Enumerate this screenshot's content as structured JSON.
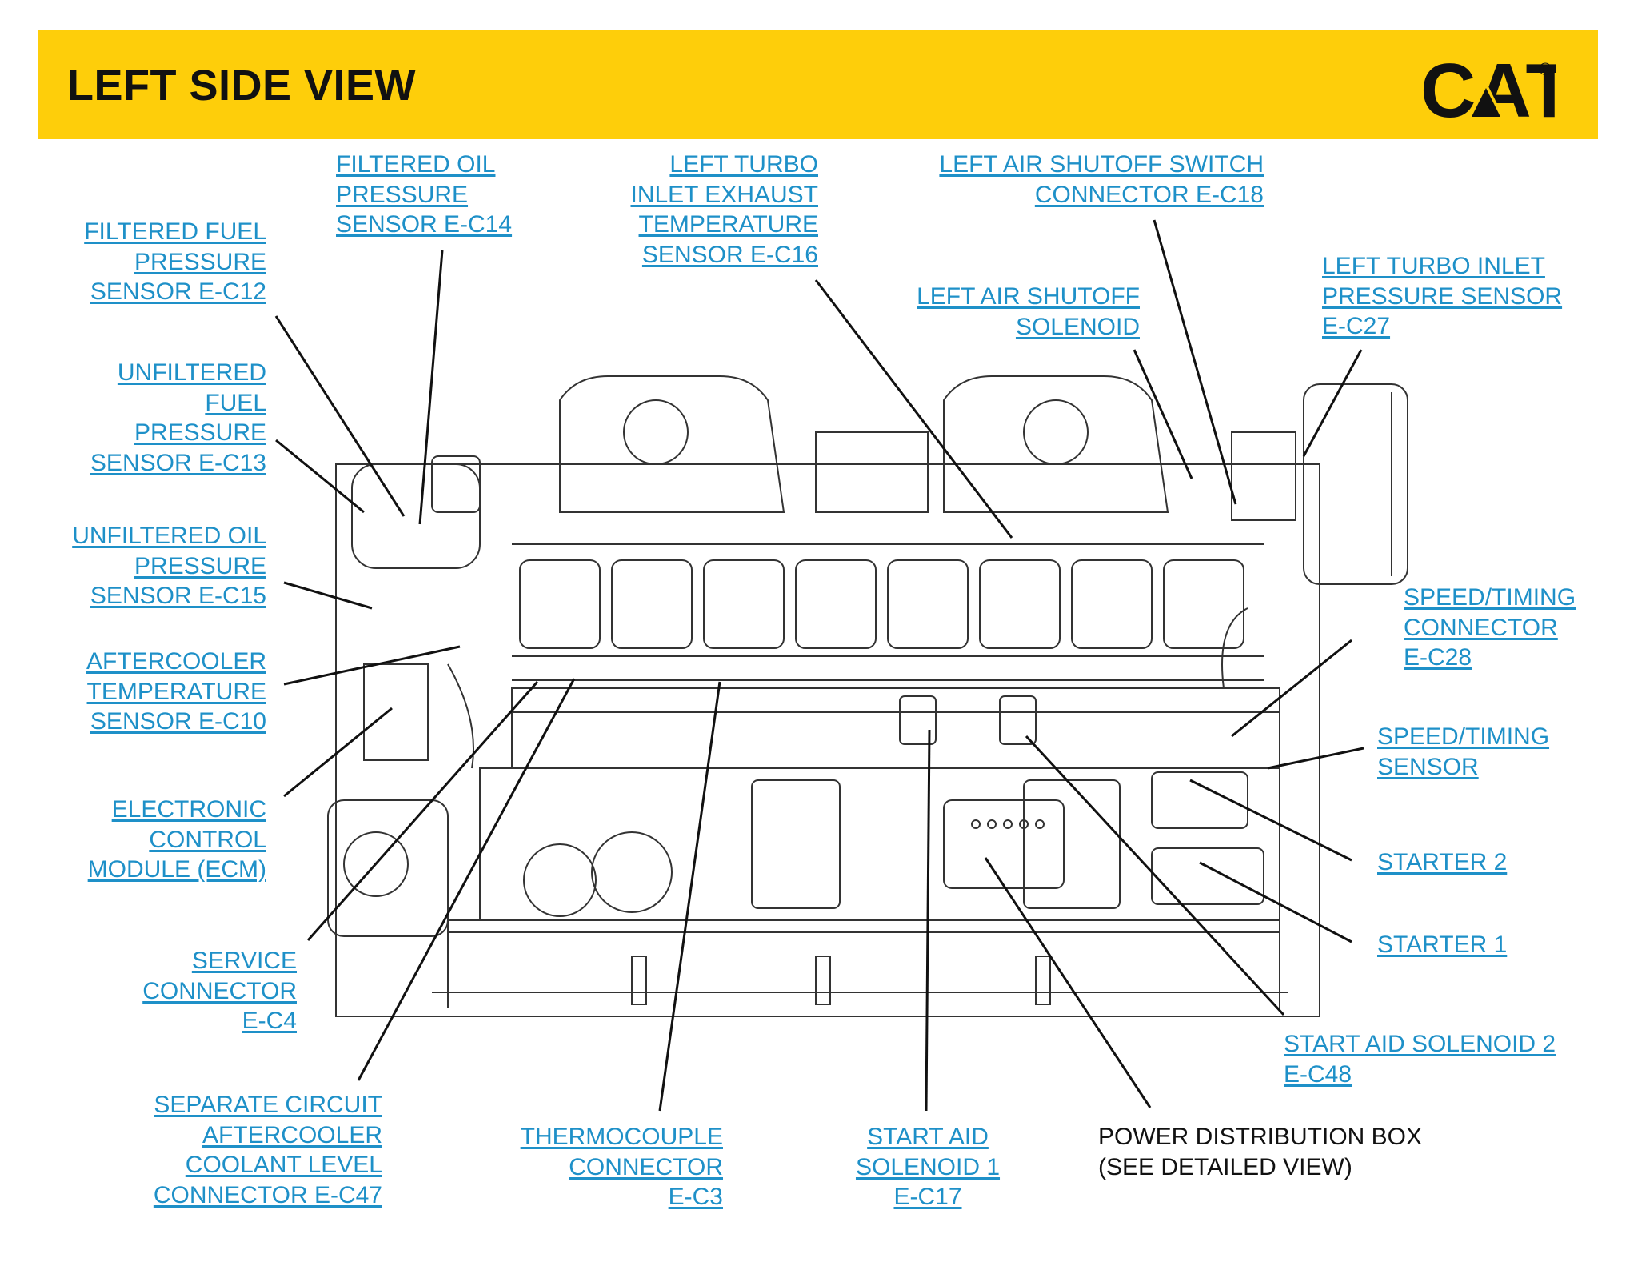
{
  "header": {
    "title": "LEFT SIDE VIEW",
    "logo_text": "CAT",
    "logo_mark": "®",
    "background_color": "#fece0a"
  },
  "callouts": [
    {
      "id": "filtered-oil-pressure-sensor",
      "lines": [
        "FILTERED OIL",
        "PRESSURE",
        "SENSOR E-C14"
      ]
    },
    {
      "id": "left-turbo-inlet-exhaust-temperature-sensor",
      "lines": [
        "LEFT TURBO",
        "INLET EXHAUST",
        "TEMPERATURE",
        "SENSOR E-C16"
      ]
    },
    {
      "id": "left-air-shutoff-switch-connector",
      "lines": [
        "LEFT AIR SHUTOFF SWITCH",
        "CONNECTOR E-C18"
      ]
    },
    {
      "id": "filtered-fuel-pressure-sensor",
      "lines": [
        "FILTERED FUEL",
        "PRESSURE",
        "SENSOR E-C12"
      ]
    },
    {
      "id": "left-turbo-inlet-pressure-sensor",
      "lines": [
        "LEFT TURBO INLET",
        "PRESSURE SENSOR",
        "E-C27"
      ]
    },
    {
      "id": "left-air-shutoff-solenoid",
      "lines": [
        "LEFT AIR SHUTOFF",
        "SOLENOID"
      ]
    },
    {
      "id": "unfiltered-fuel-pressure-sensor",
      "lines": [
        "UNFILTERED",
        "FUEL",
        "PRESSURE",
        "SENSOR E-C13"
      ]
    },
    {
      "id": "unfiltered-oil-pressure-sensor",
      "lines": [
        "UNFILTERED OIL",
        "PRESSURE",
        "SENSOR E-C15"
      ]
    },
    {
      "id": "speed-timing-connector",
      "lines": [
        "SPEED/TIMING",
        "CONNECTOR",
        "E-C28"
      ]
    },
    {
      "id": "aftercooler-temperature-sensor",
      "lines": [
        "AFTERCOOLER",
        "TEMPERATURE",
        "SENSOR E-C10"
      ]
    },
    {
      "id": "speed-timing-sensor",
      "lines": [
        "SPEED/TIMING",
        "SENSOR"
      ]
    },
    {
      "id": "electronic-control-module",
      "lines": [
        "ELECTRONIC",
        "CONTROL",
        "MODULE (ECM)"
      ]
    },
    {
      "id": "starter-2",
      "lines": [
        "STARTER 2"
      ]
    },
    {
      "id": "starter-1",
      "lines": [
        "STARTER 1"
      ]
    },
    {
      "id": "service-connector",
      "lines": [
        "SERVICE",
        "CONNECTOR",
        "E-C4"
      ]
    },
    {
      "id": "start-aid-solenoid-2",
      "lines": [
        "START AID SOLENOID 2",
        "E-C48"
      ]
    },
    {
      "id": "separate-circuit-aftercooler-coolant-level-connector",
      "lines": [
        "SEPARATE CIRCUIT",
        "AFTERCOOLER",
        "COOLANT LEVEL",
        "CONNECTOR E-C47"
      ]
    },
    {
      "id": "thermocouple-connector",
      "lines": [
        "THERMOCOUPLE",
        "CONNECTOR",
        "E-C3"
      ]
    },
    {
      "id": "start-aid-solenoid-1",
      "lines": [
        "START AID",
        "SOLENOID 1",
        "E-C17"
      ]
    },
    {
      "id": "power-distribution-box",
      "lines": [
        "POWER DISTRIBUTION BOX",
        "(SEE DETAILED VIEW)"
      ]
    }
  ],
  "colors": {
    "link": "#1e90c8",
    "text": "#111111",
    "drawing": "#333333"
  }
}
